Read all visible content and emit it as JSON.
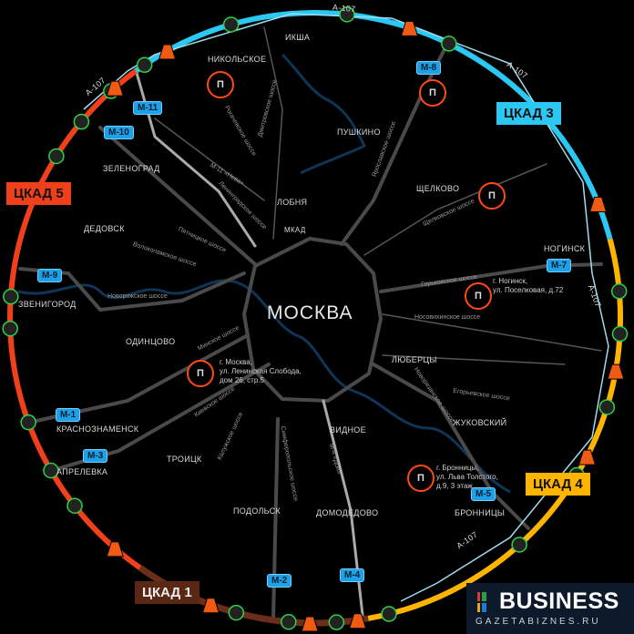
{
  "center_label": "МОСКВА",
  "ring_road": "МКАД",
  "ckad_sections": [
    {
      "label": "ЦКАД 5",
      "color": "#f0401b"
    },
    {
      "label": "ЦКАД 3",
      "color": "#2ac8f2"
    },
    {
      "label": "ЦКАД 4",
      "color": "#ffb400"
    },
    {
      "label": "ЦКАД 1",
      "color": "#6b2e1a"
    }
  ],
  "cities": [
    "ИКША",
    "НИКОЛЬСКОЕ",
    "ПУШКИНО",
    "ЛОБНЯ",
    "ЗЕЛЕНОГРАД",
    "ДЕДОВСК",
    "ЩЕЛКОВО",
    "НОГИНСК",
    "ЗВЕНИГОРОД",
    "ОДИНЦОВО",
    "ЛЮБЕРЦЫ",
    "ЖУКОВСКИЙ",
    "КРАСНОЗНАМЕНСК",
    "АПРЕЛЕВКА",
    "ТРОИЦК",
    "ВИДНОЕ",
    "ДОМОДЕДОВО",
    "ПОДОЛЬСК",
    "БРОННИЦЫ"
  ],
  "highways": [
    "М-1",
    "М-3",
    "М-5",
    "М-7",
    "М-8",
    "М-9",
    "М-10",
    "М-11",
    "М-2",
    "М-4"
  ],
  "roads": [
    "Рогачевское шоссе",
    "Дмитровское шоссе",
    "Ярославское шоссе",
    "М-11 «Нева»",
    "Ленинградское шоссе",
    "Пятницкое шоссе",
    "Волоколамское шоссе",
    "Новорижское шоссе",
    "Щелковское шоссе",
    "Горьковское шоссе",
    "Носовихинское шоссе",
    "Егорьевское шоссе",
    "Новорязанское шоссе",
    "Минское шоссе",
    "Киевское шоссе",
    "Калужское шоссе",
    "Симферопольское шоссе",
    "М-4 «Дон»"
  ],
  "a107": "А-107",
  "addresses": {
    "moscow": [
      "г. Москва,",
      "ул. Ленинская Слобода,",
      "дом 26, стр.5"
    ],
    "noginsk": [
      "г. Ногинск,",
      "ул. Поселковая, д.72"
    ],
    "bronnitsy": [
      "г. Бронницы,",
      "ул. Льва Толстого,",
      "д.9, 3 этаж"
    ]
  },
  "office_icon": "П",
  "logo": {
    "title": "BUSINESS",
    "subtitle": "GAZETABIZNES.RU"
  }
}
